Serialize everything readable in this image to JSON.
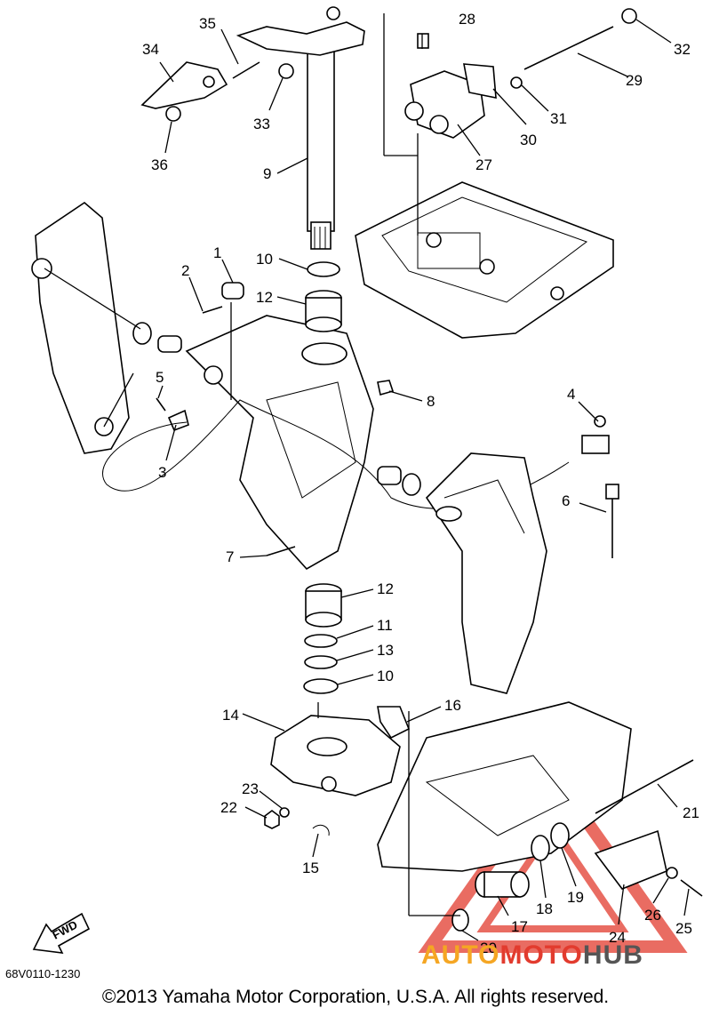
{
  "callouts": [
    "1",
    "2",
    "3",
    "4",
    "5",
    "6",
    "7",
    "8",
    "9",
    "10",
    "10",
    "11",
    "12",
    "12",
    "13",
    "14",
    "15",
    "16",
    "17",
    "18",
    "19",
    "20",
    "21",
    "22",
    "23",
    "24",
    "25",
    "26",
    "27",
    "28",
    "29",
    "30",
    "31",
    "32",
    "33",
    "34",
    "35",
    "36"
  ],
  "fwd_label": "FWD",
  "drawing_code": "68V0110-1230",
  "copyright": "©2013 Yamaha Motor Corporation, U.S.A. All rights reserved.",
  "watermark": {
    "part1": "AUTO",
    "part2": "MOTO",
    "part3": "HUB",
    "color_orange": "#f5a623",
    "color_red": "#e23b2e",
    "color_gray": "#555555"
  }
}
